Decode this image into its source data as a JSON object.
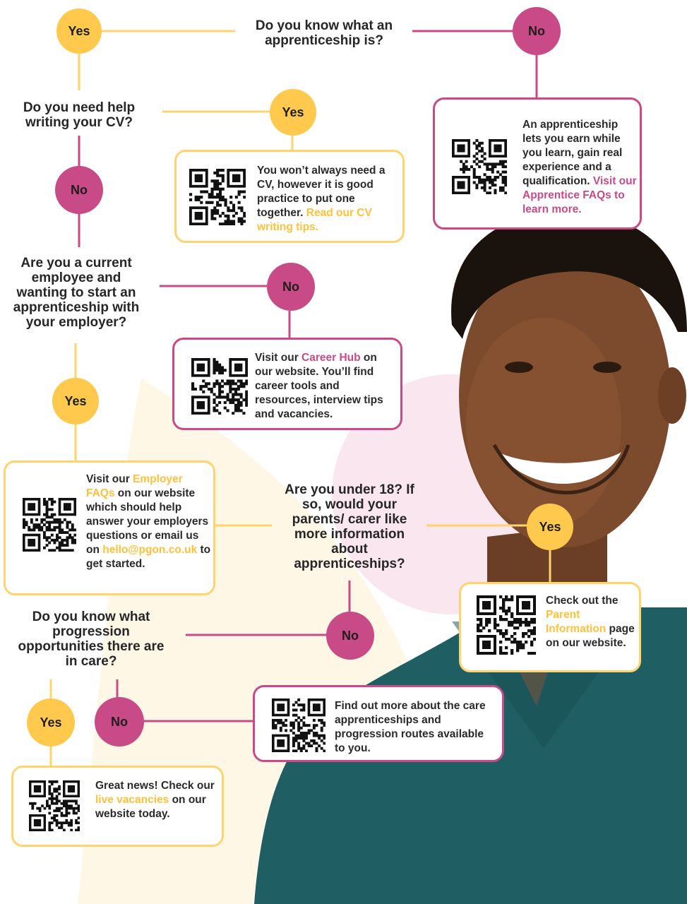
{
  "colors": {
    "yes": "#ffc94d",
    "no": "#c84a86",
    "yes_line": "#ffd36e",
    "no_line": "#c84a86",
    "highlight_yellow": "#ffc03a",
    "highlight_pink": "#c84a86"
  },
  "answers": {
    "yes": "Yes",
    "no": "No"
  },
  "questions": {
    "q1": "Do you know what an apprenticeship is?",
    "q2": "Do you need help writing your CV?",
    "q3": "Are you a current employee and wanting to start an apprenticeship with your employer?",
    "q4": "Are you under 18? If so, would your parents/ carer like more information about apprenticeships?",
    "q5": "Do you know what progression opportunities there are in care?"
  },
  "boxes": {
    "apprentice": {
      "pre": "An apprenticeship lets you earn while you learn, gain real experience and a qualification. ",
      "link": "Visit our Apprentice FAQs to learn more."
    },
    "cv": {
      "pre": "You won’t always need a CV, however it is good practice to put one together. ",
      "link": "Read our CV writing tips."
    },
    "career": {
      "pre": "Visit our ",
      "link": "Career Hub",
      "post": " on our website. You’ll find career tools and resources, interview tips and vacancies."
    },
    "employer": {
      "pre": "Visit our ",
      "link": "Employer FAQs",
      "mid": " on our website which should help answer your employers questions or email us on ",
      "email": "hello@pgon.co.uk",
      "post": " to get started."
    },
    "parent": {
      "pre": "Check out the ",
      "link": "Parent Information",
      "post": " page on our website."
    },
    "progression": {
      "text": "Find out more about the care apprenticeships and progression routes available to you."
    },
    "vacancies": {
      "pre": "Great news! Check our ",
      "link": "live vacancies",
      "post": " on our website today."
    }
  },
  "icons": {
    "qr": "qr-code-icon",
    "photo": "smiling-man-in-scrubs"
  }
}
